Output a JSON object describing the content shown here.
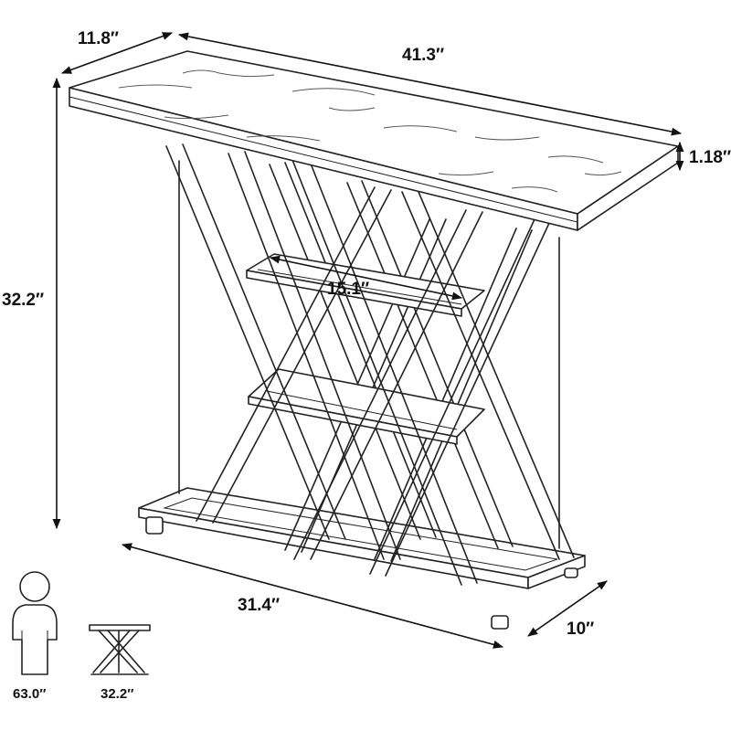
{
  "dimensions": {
    "depth": "11.8″",
    "width": "41.3″",
    "top_thickness": "1.18″",
    "height": "32.2″",
    "shelf_width": "15.1″",
    "base_width": "31.4″",
    "base_depth": "10″"
  },
  "scale_reference": {
    "person_height": "63.0″",
    "table_height": "32.2″"
  },
  "colors": {
    "line": "#222222",
    "background": "#ffffff"
  },
  "icons": [
    "person-silhouette-icon",
    "mini-table-icon"
  ]
}
